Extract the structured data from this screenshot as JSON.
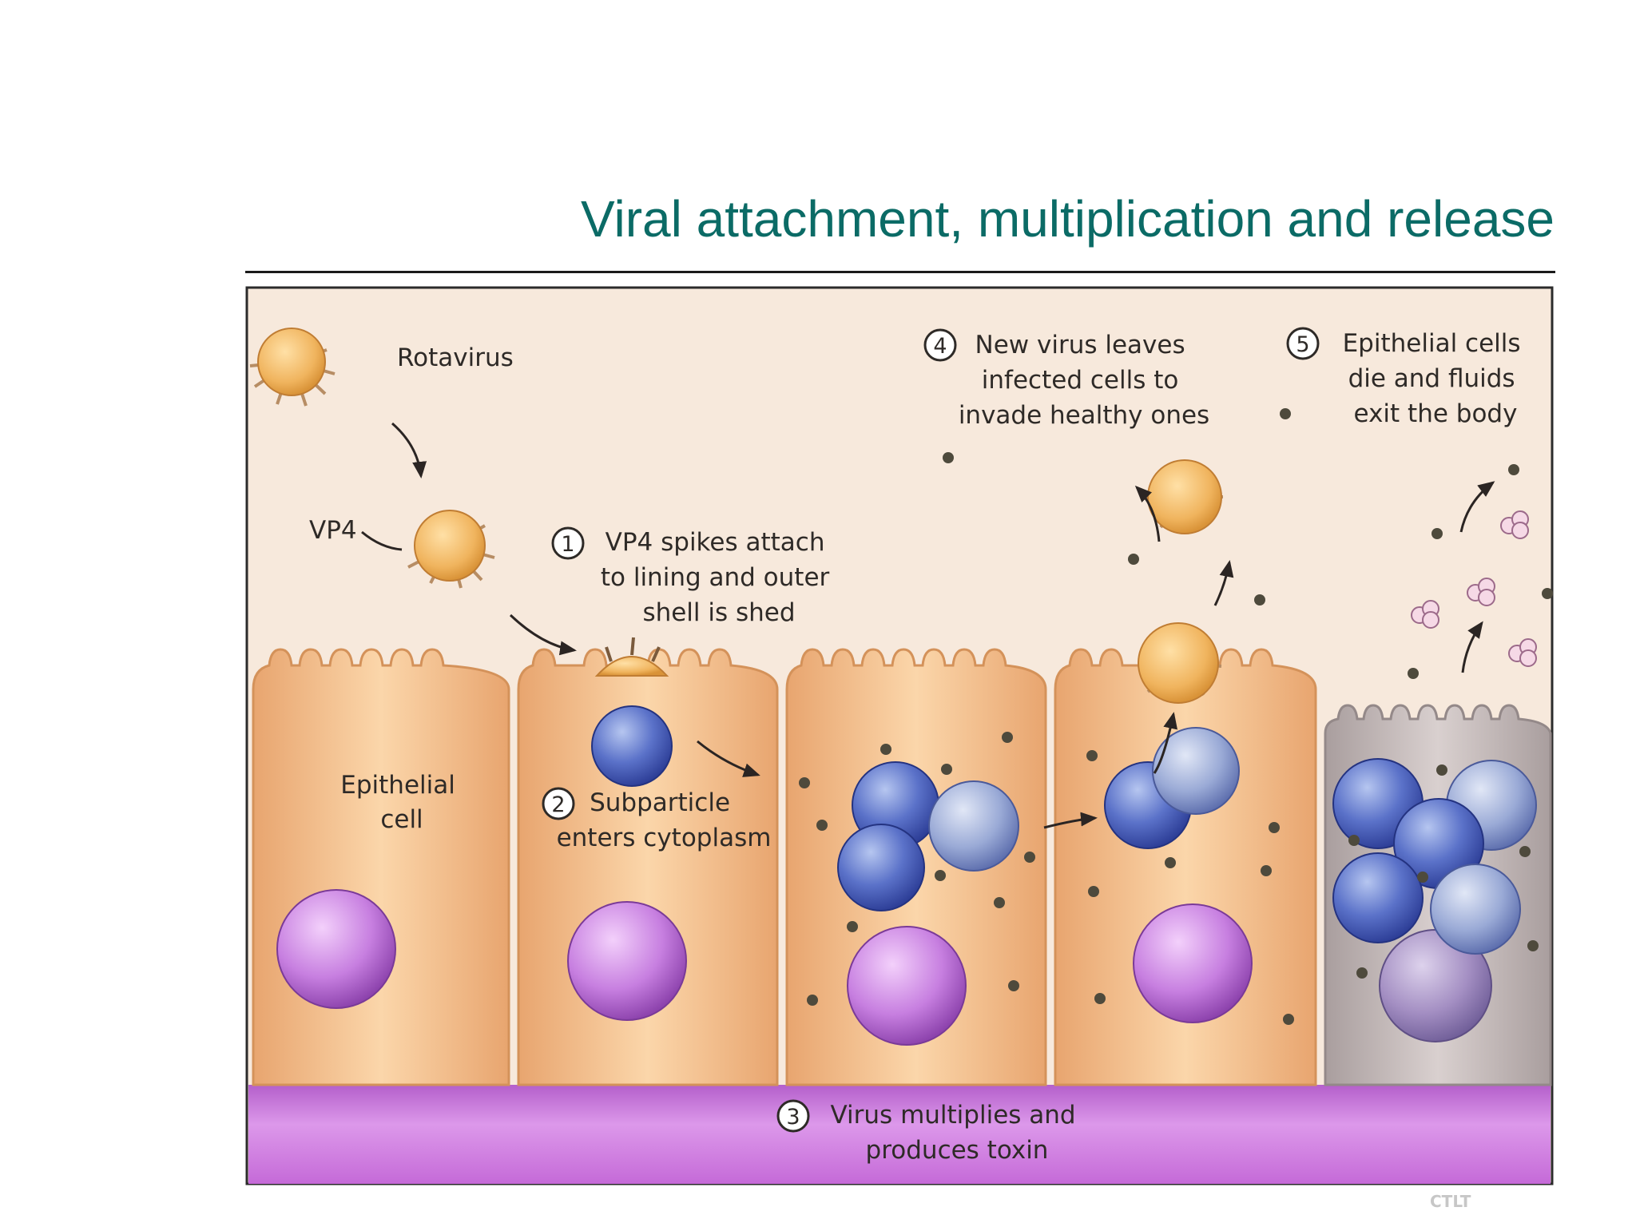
{
  "title": "Viral attachment, multiplication and release",
  "figure": {
    "labels": {
      "rotavirus": "Rotavirus",
      "vp4": "VP4",
      "epithelial_cell": [
        "Epithelial",
        "cell"
      ]
    },
    "steps": [
      {
        "number": "1",
        "lines": [
          "VP4 spikes attach",
          "to lining and outer",
          "shell is shed"
        ]
      },
      {
        "number": "2",
        "lines": [
          "Subparticle",
          "enters cytoplasm"
        ]
      },
      {
        "number": "3",
        "lines": [
          "Virus multiplies and",
          "produces toxin"
        ]
      },
      {
        "number": "4",
        "lines": [
          "New virus leaves",
          "infected cells to",
          "invade healthy ones"
        ]
      },
      {
        "number": "5",
        "lines": [
          "Epithelial cells",
          "die and fluids",
          "exit the body"
        ]
      }
    ],
    "credit": "CTLT"
  },
  "colors": {
    "title": "#0b6b66",
    "background": "#f7e9dc",
    "cell": "#f1bd8a",
    "dead_cell": "#c7bcbb",
    "lamina": "#c56ad8",
    "nucleus": "#c77fe0",
    "virus": "#f0b45e",
    "subparticle": "#5b72c9"
  }
}
